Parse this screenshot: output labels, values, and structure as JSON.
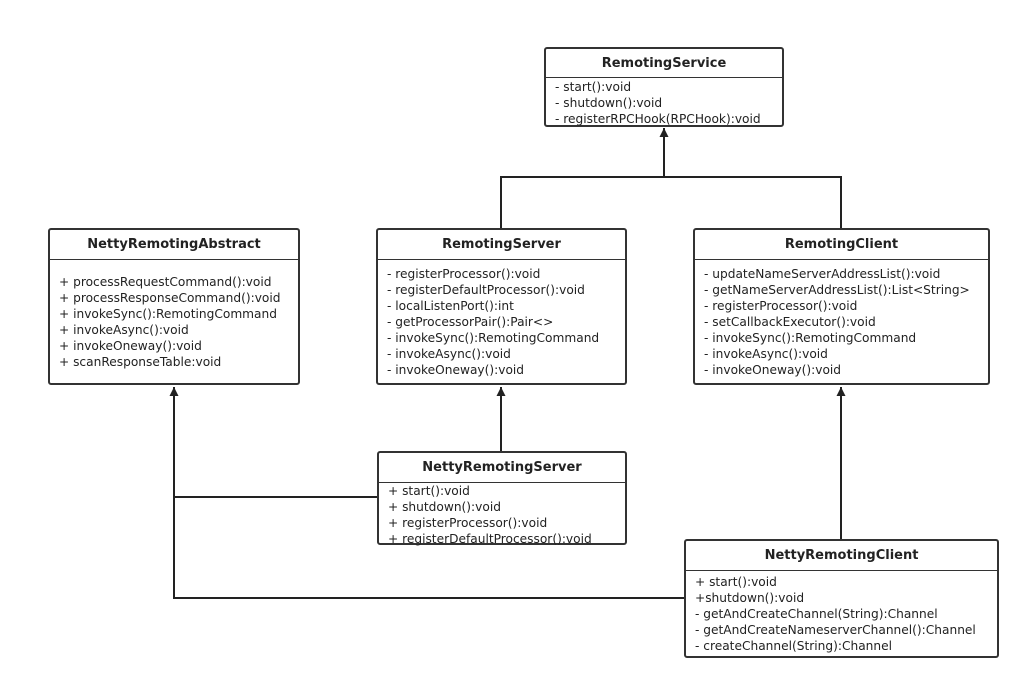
{
  "classes": {
    "remoting_service": {
      "name": "RemotingService",
      "members": [
        "- start():void",
        "- shutdown():void",
        "- registerRPCHook(RPCHook):void"
      ]
    },
    "netty_remoting_abstract": {
      "name": "NettyRemotingAbstract",
      "members": [
        "+ processRequestCommand():void",
        "+ processResponseCommand():void",
        "+ invokeSync():RemotingCommand",
        "+ invokeAsync():void",
        "+ invokeOneway():void",
        "+ scanResponseTable:void"
      ]
    },
    "remoting_server": {
      "name": "RemotingServer",
      "members": [
        "- registerProcessor():void",
        "- registerDefaultProcessor():void",
        "- localListenPort():int",
        "- getProcessorPair():Pair<>",
        "- invokeSync():RemotingCommand",
        "- invokeAsync():void",
        "- invokeOneway():void"
      ]
    },
    "remoting_client": {
      "name": "RemotingClient",
      "members": [
        "- updateNameServerAddressList():void",
        "- getNameServerAddressList():List<String>",
        "- registerProcessor():void",
        "- setCallbackExecutor():void",
        "- invokeSync():RemotingCommand",
        "- invokeAsync():void",
        "- invokeOneway():void"
      ]
    },
    "netty_remoting_server": {
      "name": "NettyRemotingServer",
      "members": [
        "+ start():void",
        "+ shutdown():void",
        "+ registerProcessor():void",
        "+ registerDefaultProcessor():void"
      ]
    },
    "netty_remoting_client": {
      "name": "NettyRemotingClient",
      "members": [
        "+ start():void",
        "+shutdown():void",
        "- getAndCreateChannel(String):Channel",
        "- getAndCreateNameserverChannel():Channel",
        "- createChannel(String):Channel"
      ]
    }
  },
  "relations": [
    {
      "from": "RemotingServer",
      "to": "RemotingService",
      "type": "inheritance"
    },
    {
      "from": "RemotingClient",
      "to": "RemotingService",
      "type": "inheritance"
    },
    {
      "from": "NettyRemotingServer",
      "to": "RemotingServer",
      "type": "inheritance"
    },
    {
      "from": "NettyRemotingServer",
      "to": "NettyRemotingAbstract",
      "type": "inheritance"
    },
    {
      "from": "NettyRemotingClient",
      "to": "RemotingClient",
      "type": "inheritance"
    },
    {
      "from": "NettyRemotingClient",
      "to": "NettyRemotingAbstract",
      "type": "inheritance"
    }
  ]
}
